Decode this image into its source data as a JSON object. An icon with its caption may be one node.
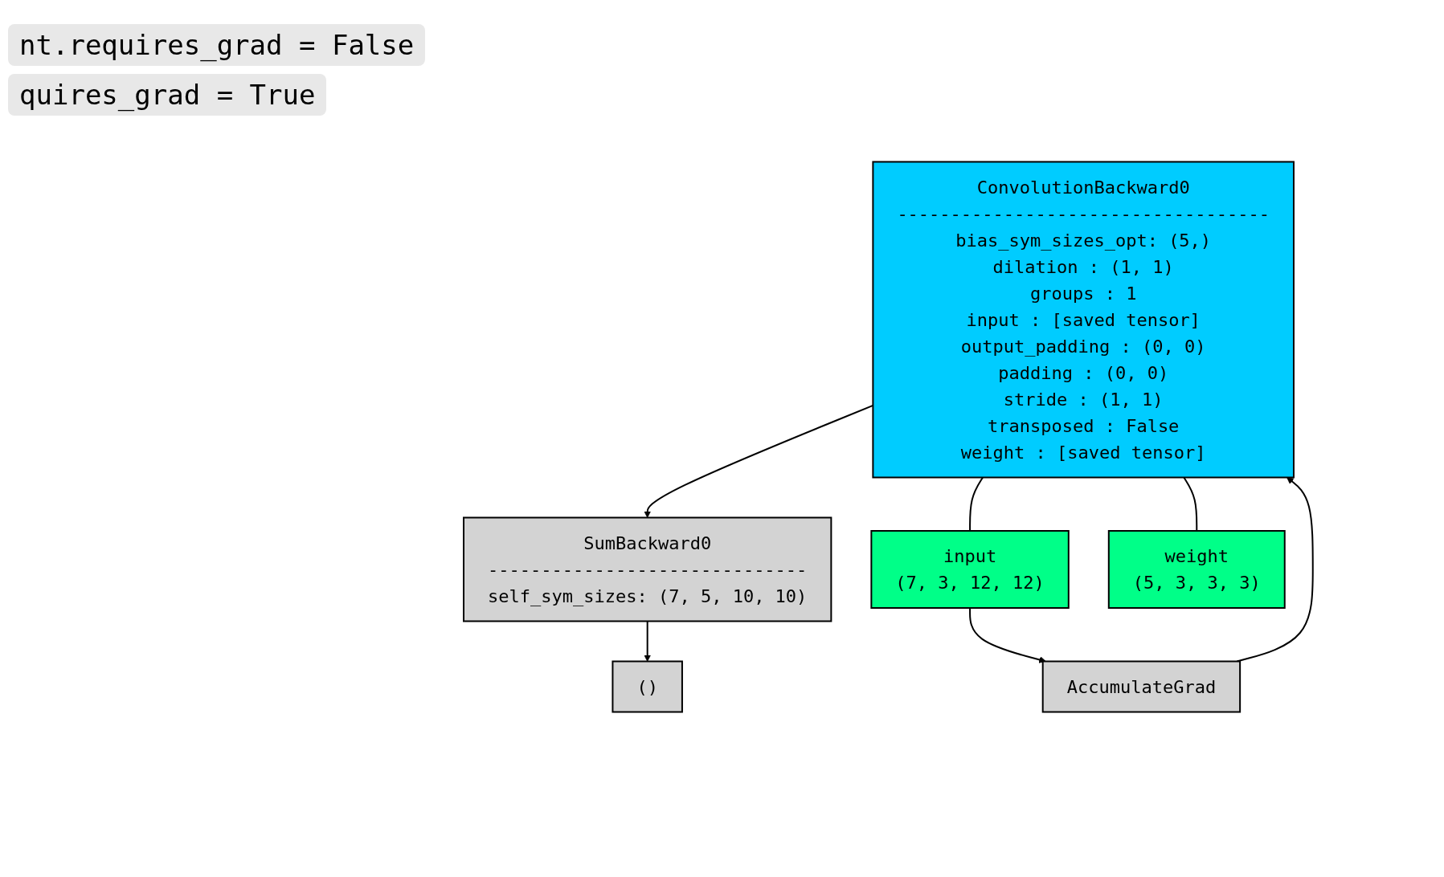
{
  "diagram": {
    "nodes": [
      {
        "text": [
          "ConvolutionBackward0",
          "-----------------------------------",
          "bias_sym_sizes_opt: (5,)",
          "dilation : (1, 1)",
          "groups : 1",
          "input : [saved tensor]",
          "output_padding : (0, 0)",
          "padding : (0, 0)",
          "stride : (1, 1)",
          "transposed : False",
          "weight : [saved tensor]"
        ]
      },
      {
        "text": [
          "SumBackward0",
          "------------------------------",
          "self_sym_sizes: (7, 5, 10, 10)"
        ]
      },
      {
        "text": [
          "input",
          "(7, 3, 12, 12)"
        ]
      },
      {
        "text": [
          "weight",
          "(5, 3, 3, 3)"
        ]
      },
      {
        "text": [
          "()"
        ]
      },
      {
        "text": [
          "AccumulateGrad"
        ]
      }
    ],
    "edges": [
      {
        "from": 0,
        "to": 1,
        "arrow": "to"
      },
      {
        "from": 0,
        "to": 2,
        "arrow": "none"
      },
      {
        "from": 0,
        "to": 3,
        "arrow": "none"
      },
      {
        "from": 2,
        "to": 5,
        "arrow": "to"
      },
      {
        "from": 5,
        "to": 0,
        "arrow": "to"
      },
      {
        "from": 1,
        "to": 4,
        "arrow": "to"
      }
    ],
    "labels": [
      "nt.requires_grad = False",
      "quires_grad = True"
    ]
  }
}
